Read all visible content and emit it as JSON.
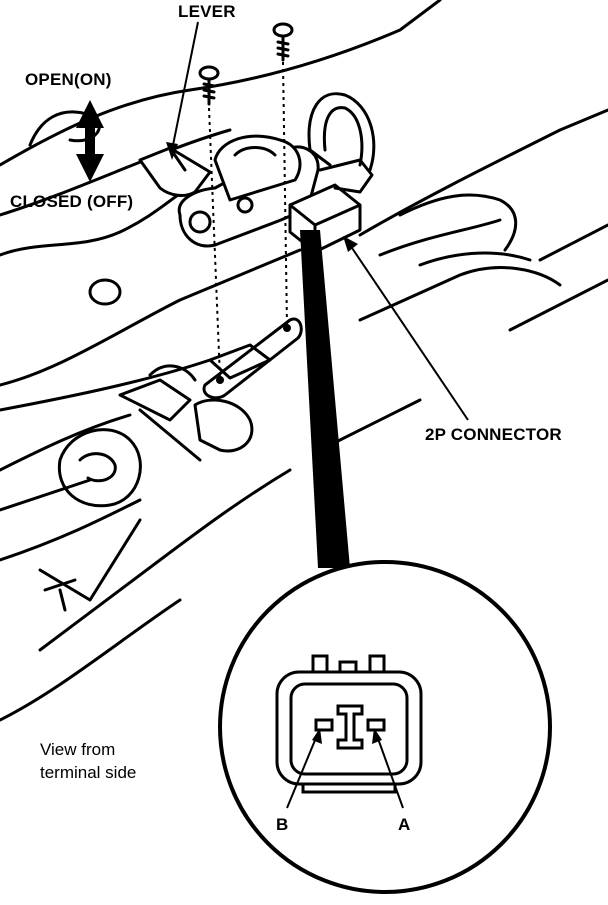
{
  "labels": {
    "lever": "LEVER",
    "open": "OPEN(ON)",
    "closed": "CLOSED (OFF)",
    "connector": "2P CONNECTOR",
    "view_line1": "View from",
    "view_line2": "terminal side",
    "terminal_b": "B",
    "terminal_a": "A"
  },
  "colors": {
    "ink": "#000000",
    "paper": "#ffffff"
  }
}
